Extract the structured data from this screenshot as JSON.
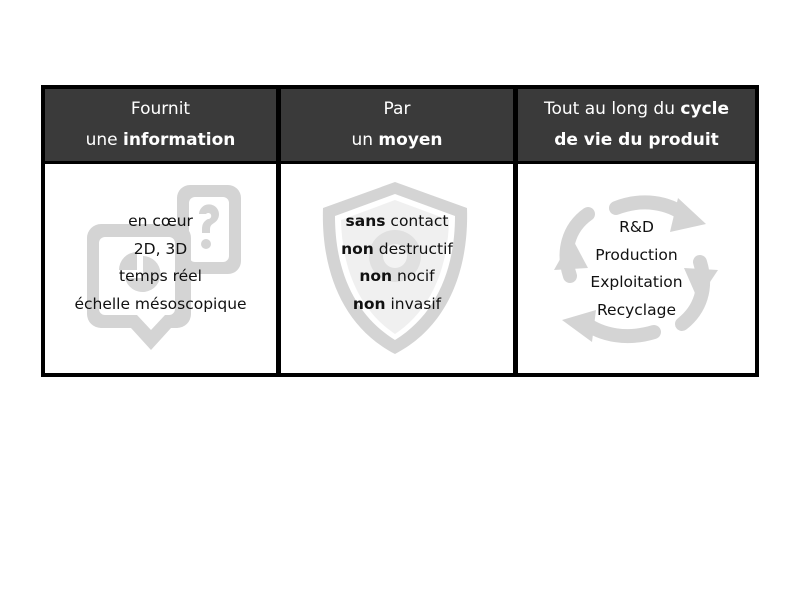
{
  "columns": [
    {
      "header": [
        {
          "text": "Fournit",
          "bold": false
        },
        {
          "parts": [
            {
              "text": "une ",
              "bold": false
            },
            {
              "text": "information",
              "bold": true
            }
          ]
        }
      ],
      "icon": "chat-question-icon",
      "items": [
        [
          {
            "text": "en cœur",
            "bold": false
          }
        ],
        [
          {
            "text": "2D, 3D",
            "bold": false
          }
        ],
        [
          {
            "text": "temps réel",
            "bold": false
          }
        ],
        [
          {
            "text": "échelle mésoscopique",
            "bold": false
          }
        ]
      ]
    },
    {
      "header": [
        {
          "text": "Par",
          "bold": false
        },
        {
          "parts": [
            {
              "text": "un ",
              "bold": false
            },
            {
              "text": "moyen",
              "bold": true
            }
          ]
        }
      ],
      "icon": "shield-icon",
      "items": [
        [
          {
            "text": "sans",
            "bold": true
          },
          {
            "text": " contact",
            "bold": false
          }
        ],
        [
          {
            "text": "non",
            "bold": true
          },
          {
            "text": " destructif",
            "bold": false
          }
        ],
        [
          {
            "text": "non",
            "bold": true
          },
          {
            "text": " nocif",
            "bold": false
          }
        ],
        [
          {
            "text": "non",
            "bold": true
          },
          {
            "text": " invasif",
            "bold": false
          }
        ]
      ]
    },
    {
      "header": [
        {
          "parts": [
            {
              "text": "Tout au long du ",
              "bold": false
            },
            {
              "text": "cycle",
              "bold": true
            }
          ]
        },
        {
          "parts": [
            {
              "text": "de vie du produit",
              "bold": true
            }
          ]
        }
      ],
      "icon": "cycle-arrows-icon",
      "items": [
        [
          {
            "text": "R&D",
            "bold": false
          }
        ],
        [
          {
            "text": "Production",
            "bold": false
          }
        ],
        [
          {
            "text": "Exploitation",
            "bold": false
          }
        ],
        [
          {
            "text": "Recyclage",
            "bold": false
          }
        ]
      ]
    }
  ],
  "colors": {
    "header_bg": "#3a3a3a",
    "border": "#000000",
    "icon": "#d4d4d4"
  }
}
